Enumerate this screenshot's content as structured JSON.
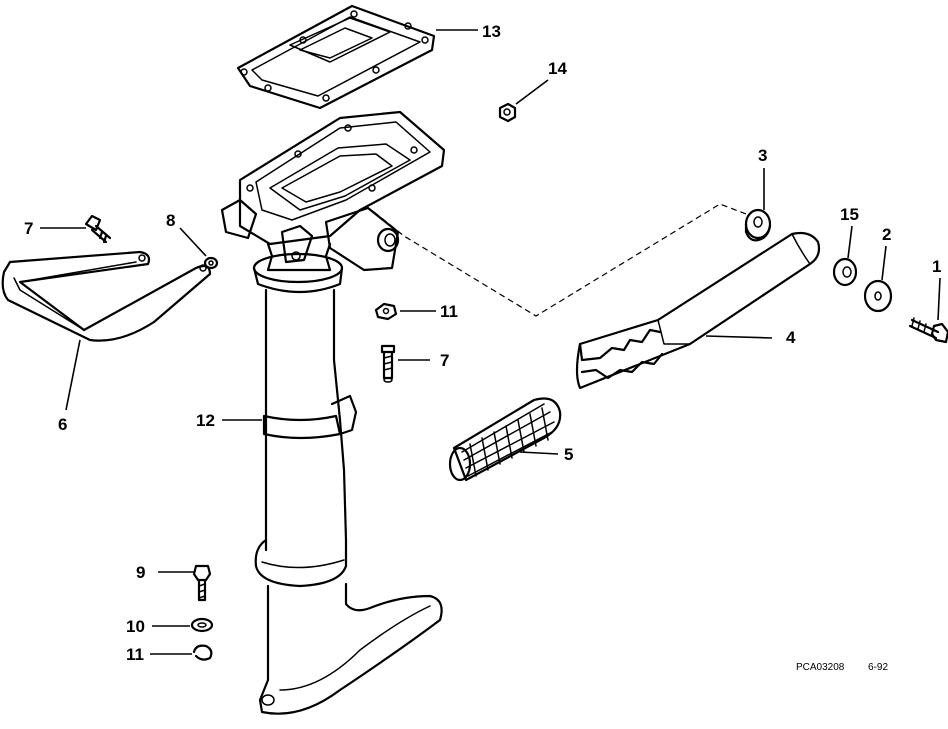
{
  "callouts": {
    "c1": "1",
    "c2": "2",
    "c3": "3",
    "c4": "4",
    "c5": "5",
    "c6": "6",
    "c7a": "7",
    "c7b": "7",
    "c8": "8",
    "c9": "9",
    "c10": "10",
    "c11a": "11",
    "c11b": "11",
    "c12": "12",
    "c13": "13",
    "c14": "14",
    "c15": "15"
  },
  "footer": {
    "drawing_number": "PCA03208",
    "date": "6-92"
  }
}
